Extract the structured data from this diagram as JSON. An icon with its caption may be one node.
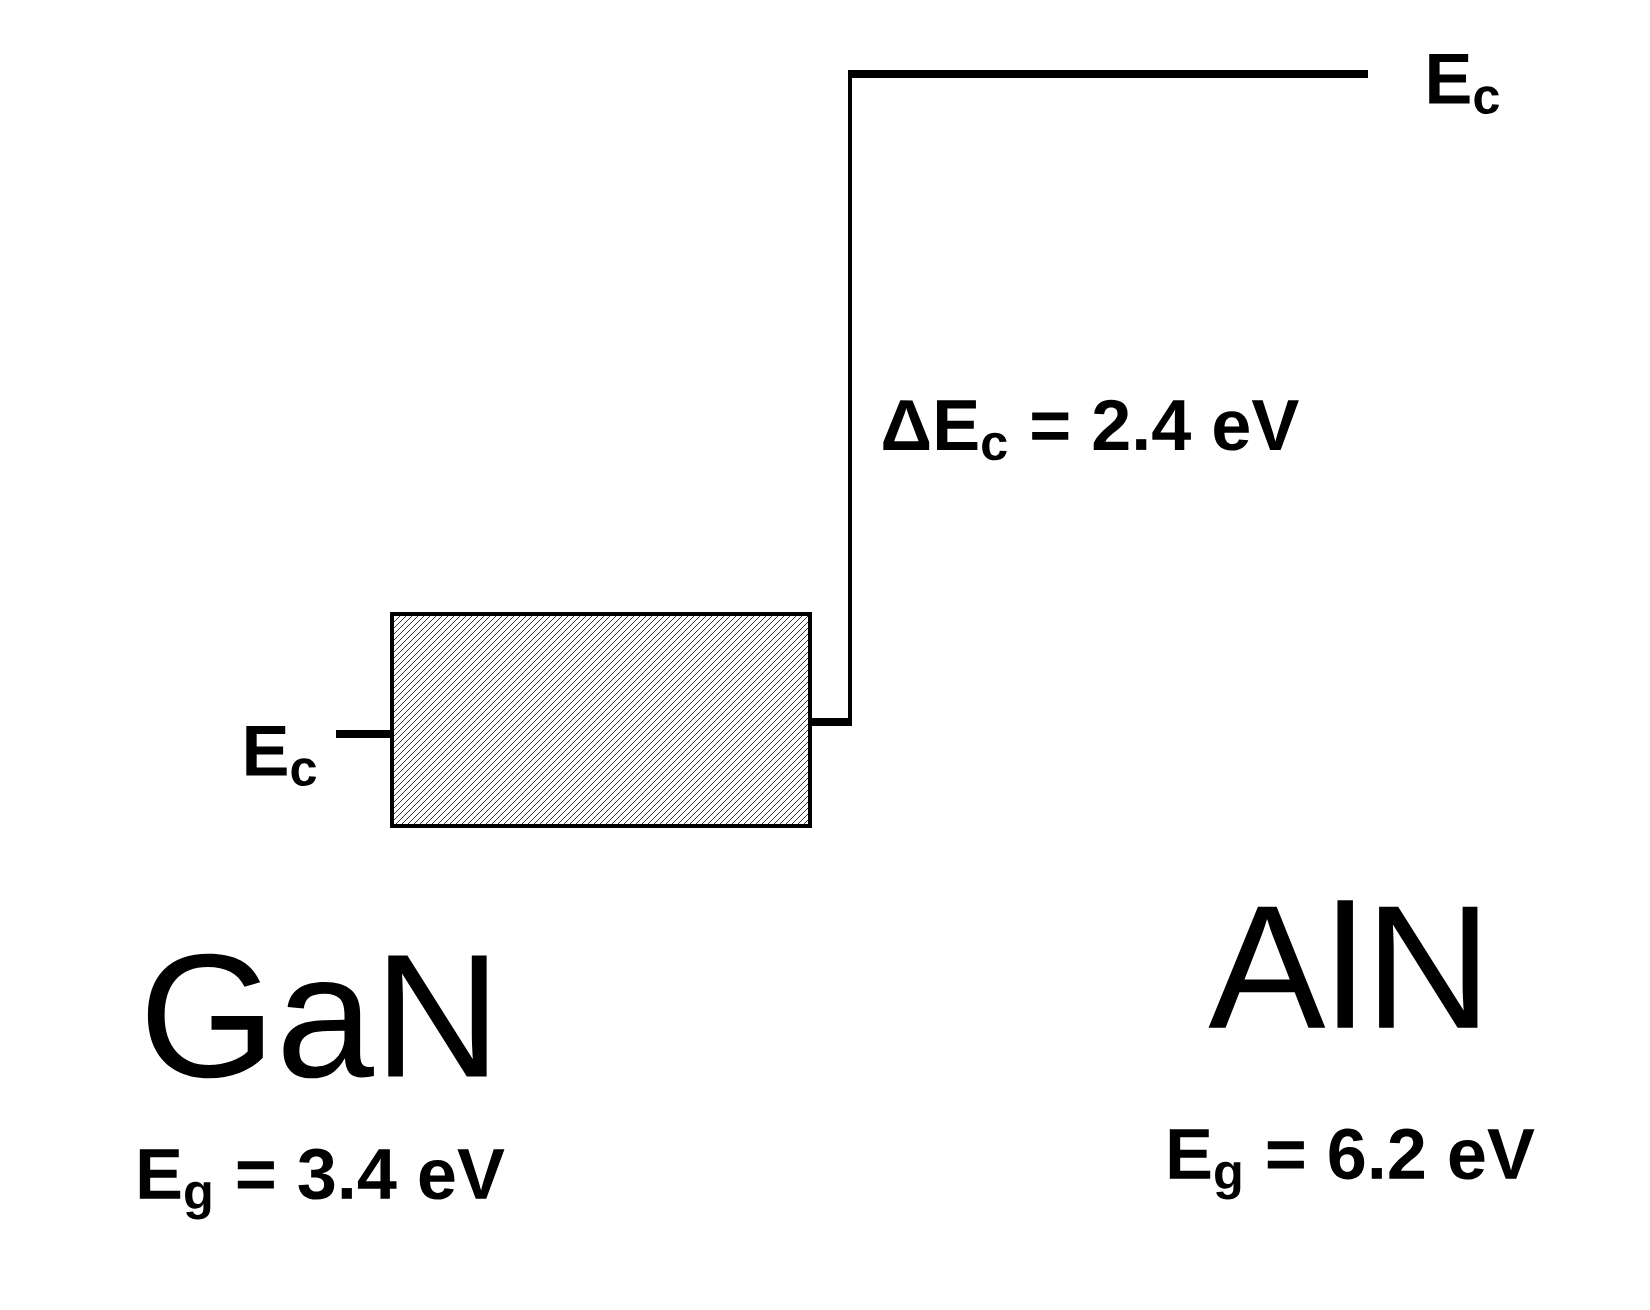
{
  "diagram": {
    "labels": [
      "E$_{c}$",
      "ΔE$_{c}$ = 2.4 eV",
      "E$_{c}$",
      "GaN",
      "E$_{g}$ = 3.4 eV",
      "AlN",
      "E$_{g}$ = 6.2 eV"
    ]
  }
}
